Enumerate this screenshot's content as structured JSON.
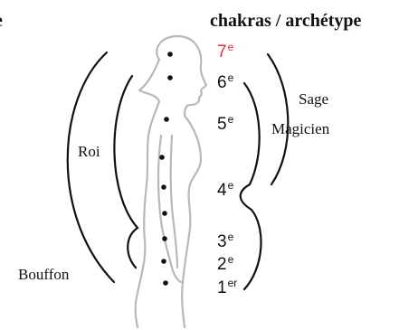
{
  "headings": {
    "left_fragment": "e",
    "right": "chakras / archétype"
  },
  "archetypes": {
    "roi": "Roi",
    "bouffon": "Bouffon",
    "sage": "Sage",
    "magicien": "Magicien"
  },
  "chakras": [
    {
      "num": "7",
      "suffix": "e",
      "highlight": true
    },
    {
      "num": "6",
      "suffix": "e",
      "highlight": false
    },
    {
      "num": "5",
      "suffix": "e",
      "highlight": false
    },
    {
      "num": "4",
      "suffix": "e",
      "highlight": false
    },
    {
      "num": "3",
      "suffix": "e",
      "highlight": false
    },
    {
      "num": "2",
      "suffix": "e",
      "highlight": false
    },
    {
      "num": "1",
      "suffix": "er",
      "highlight": false
    }
  ],
  "colors": {
    "text": "#111111",
    "highlight": "#e0303a",
    "silhouette": "#b8b8b8",
    "bracket": "#111111",
    "dot": "#111111"
  }
}
